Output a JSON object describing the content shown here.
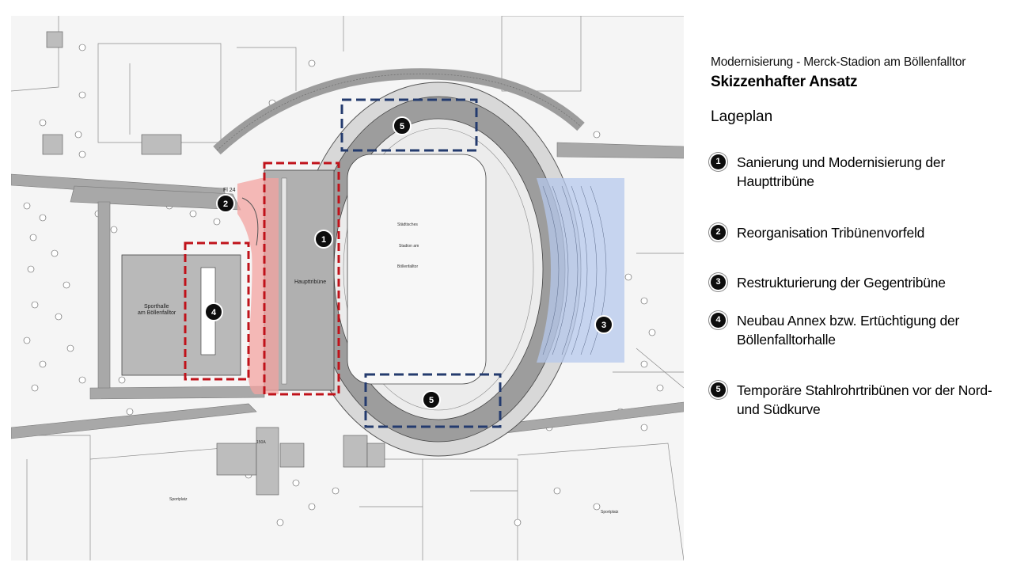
{
  "header": {
    "subtitle": "Modernisierung - Merck-Stadion am Böllenfalltor",
    "title": "Skizzenhafter Ansatz",
    "section": "Lageplan"
  },
  "legend": [
    {
      "number": "1",
      "text": "Sanierung und Modernisierung der Haupttribüne"
    },
    {
      "number": "2",
      "text": "Reorganisation Tribünenvorfeld"
    },
    {
      "number": "3",
      "text": "Restrukturierung der Gegentribüne"
    },
    {
      "number": "4",
      "text": "Neubau Annex bzw. Ertüchtigung der Böllenfalltorhalle"
    },
    {
      "number": "5",
      "text": "Temporäre Stahlrohrtribünen vor der Nord- und Südkurve"
    }
  ],
  "plan": {
    "parcel_label": "Fl 24",
    "stadium_label_line1": "Städtisches",
    "stadium_label_line2": "Stadion am",
    "stadium_label_line3": "Böllenfalltor",
    "main_stand_label": "Haupttribüne",
    "hall_label_line1": "Sporthalle",
    "hall_label_line2": "am Böllenfalltor",
    "sportplatz_label": "Sportplatz",
    "building_label": "150A"
  },
  "colors": {
    "zone_red": "#c0121a",
    "zone_red_fill": "#f3a3a0",
    "zone_blue": "#243b6e",
    "zone_blue_fill": "#b6c8ec",
    "badge": "#0d0d0d"
  }
}
